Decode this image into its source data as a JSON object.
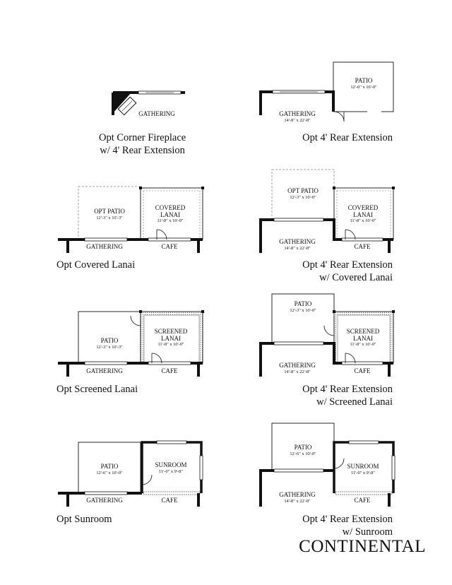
{
  "brand": "CONTINENTAL",
  "options": [
    {
      "id": "fireplace",
      "caption": [
        "Opt Corner Fireplace",
        "w/ 4' Rear Extension"
      ]
    },
    {
      "id": "rear-ext",
      "caption": [
        "Opt 4' Rear Extension"
      ]
    },
    {
      "id": "covered-lanai",
      "caption": [
        "Opt Covered Lanai"
      ]
    },
    {
      "id": "rear-ext-covered",
      "caption": [
        "Opt 4' Rear Extension",
        "w/ Covered Lanai"
      ]
    },
    {
      "id": "screened-lanai",
      "caption": [
        "Opt Screened Lanai"
      ]
    },
    {
      "id": "rear-ext-screened",
      "caption": [
        "Opt 4' Rear Extension",
        "w/ Screened Lanai"
      ]
    },
    {
      "id": "sunroom",
      "caption": [
        "Opt Sunroom"
      ]
    },
    {
      "id": "rear-ext-sunroom",
      "caption": [
        "Opt 4' Rear Extension",
        "w/ Sunroom"
      ]
    }
  ],
  "rooms": {
    "gathering": "GATHERING",
    "gathering_dim": "14'-8\" x 22'-8\"",
    "cafe": "CAFE",
    "patio": "PATIO",
    "opt_patio": "OPT PATIO",
    "patio_dim_a": "12'-0\" x 10'-0\"",
    "patio_dim_b": "12'-3\" x 10'-3\"",
    "patio_dim_c": "12'-3\" x 10'-0\"",
    "patio_dim_d": "12'-6\" x 10'-0\"",
    "covered": "COVERED",
    "screened": "SCREENED",
    "lanai": "LANAI",
    "lanai_dim": "11'-8\" x 10'-0\"",
    "sunroom": "SUNROOM",
    "sunroom_dim": "11'-0\" x 9'-8\""
  }
}
